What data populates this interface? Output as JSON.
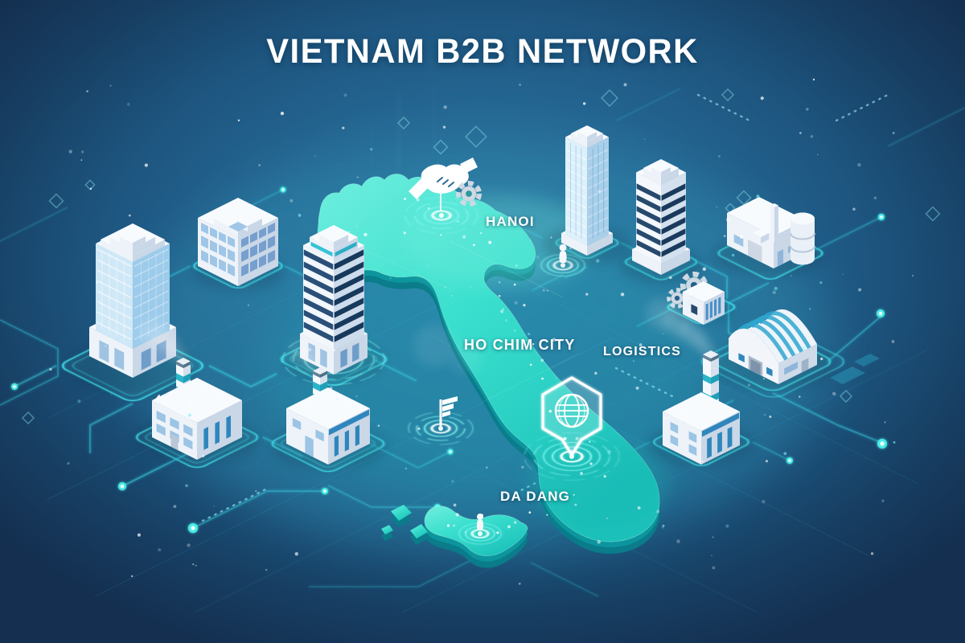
{
  "title": "VIETNAM B2B NETWORK",
  "map_labels": {
    "hanoi": "HANOI",
    "ho_chi_minh": "HO CHIM CITY",
    "logistics": "LOGISTICS",
    "da_nang": "DA DANG"
  },
  "colors": {
    "background_center": "#2e76a2",
    "background_deep": "#142f50",
    "map_top": "#3adfce",
    "map_top_light": "#6feede",
    "map_top_deep": "#1cc1ba",
    "map_side": "#0a7c8a",
    "map_side_light": "#0d959e",
    "network_line": "#38d2e4",
    "node_glow": "#49ece6",
    "ripple": "#7ff3ef",
    "ripple_core": "#eafffb",
    "platform_stroke": "#3fe0ea",
    "building_top": "#f8fbfe",
    "building_left": "#eef3f9",
    "building_right": "#c9d7e7",
    "glass_blue": "#a9d6f2",
    "glass_deep": "#6ca9d8",
    "window_navy": "#1f4c74",
    "window_blue": "#3c7cb8",
    "accent_teal": "#28b9cc",
    "factory_window": "#2f86bd",
    "roof_stripe": "#2fa6cf",
    "icon_white": "#ffffff",
    "gear_gray": "#cfd9e3",
    "title_color": "#ffffff"
  },
  "icons": [
    {
      "name": "handshake-icon"
    },
    {
      "name": "gear-icon"
    },
    {
      "name": "person-north-icon"
    },
    {
      "name": "gears-icon"
    },
    {
      "name": "flag-marker-icon"
    },
    {
      "name": "globe-pin-icon"
    },
    {
      "name": "person-south-icon"
    }
  ],
  "buildings": [
    {
      "name": "glass-skyscraper-west",
      "type": "office-tower"
    },
    {
      "name": "office-building-northwest",
      "type": "office-block"
    },
    {
      "name": "banded-tower-west",
      "type": "office-tower"
    },
    {
      "name": "factory-southwest",
      "type": "factory"
    },
    {
      "name": "factory-south",
      "type": "factory"
    },
    {
      "name": "glass-tower-northeast",
      "type": "office-tower"
    },
    {
      "name": "striped-tower-northeast",
      "type": "office-tower"
    },
    {
      "name": "industrial-plant-east",
      "type": "industrial"
    },
    {
      "name": "warehouse-east",
      "type": "warehouse"
    },
    {
      "name": "factory-southeast",
      "type": "factory"
    },
    {
      "name": "server-unit-east",
      "type": "utility"
    }
  ]
}
